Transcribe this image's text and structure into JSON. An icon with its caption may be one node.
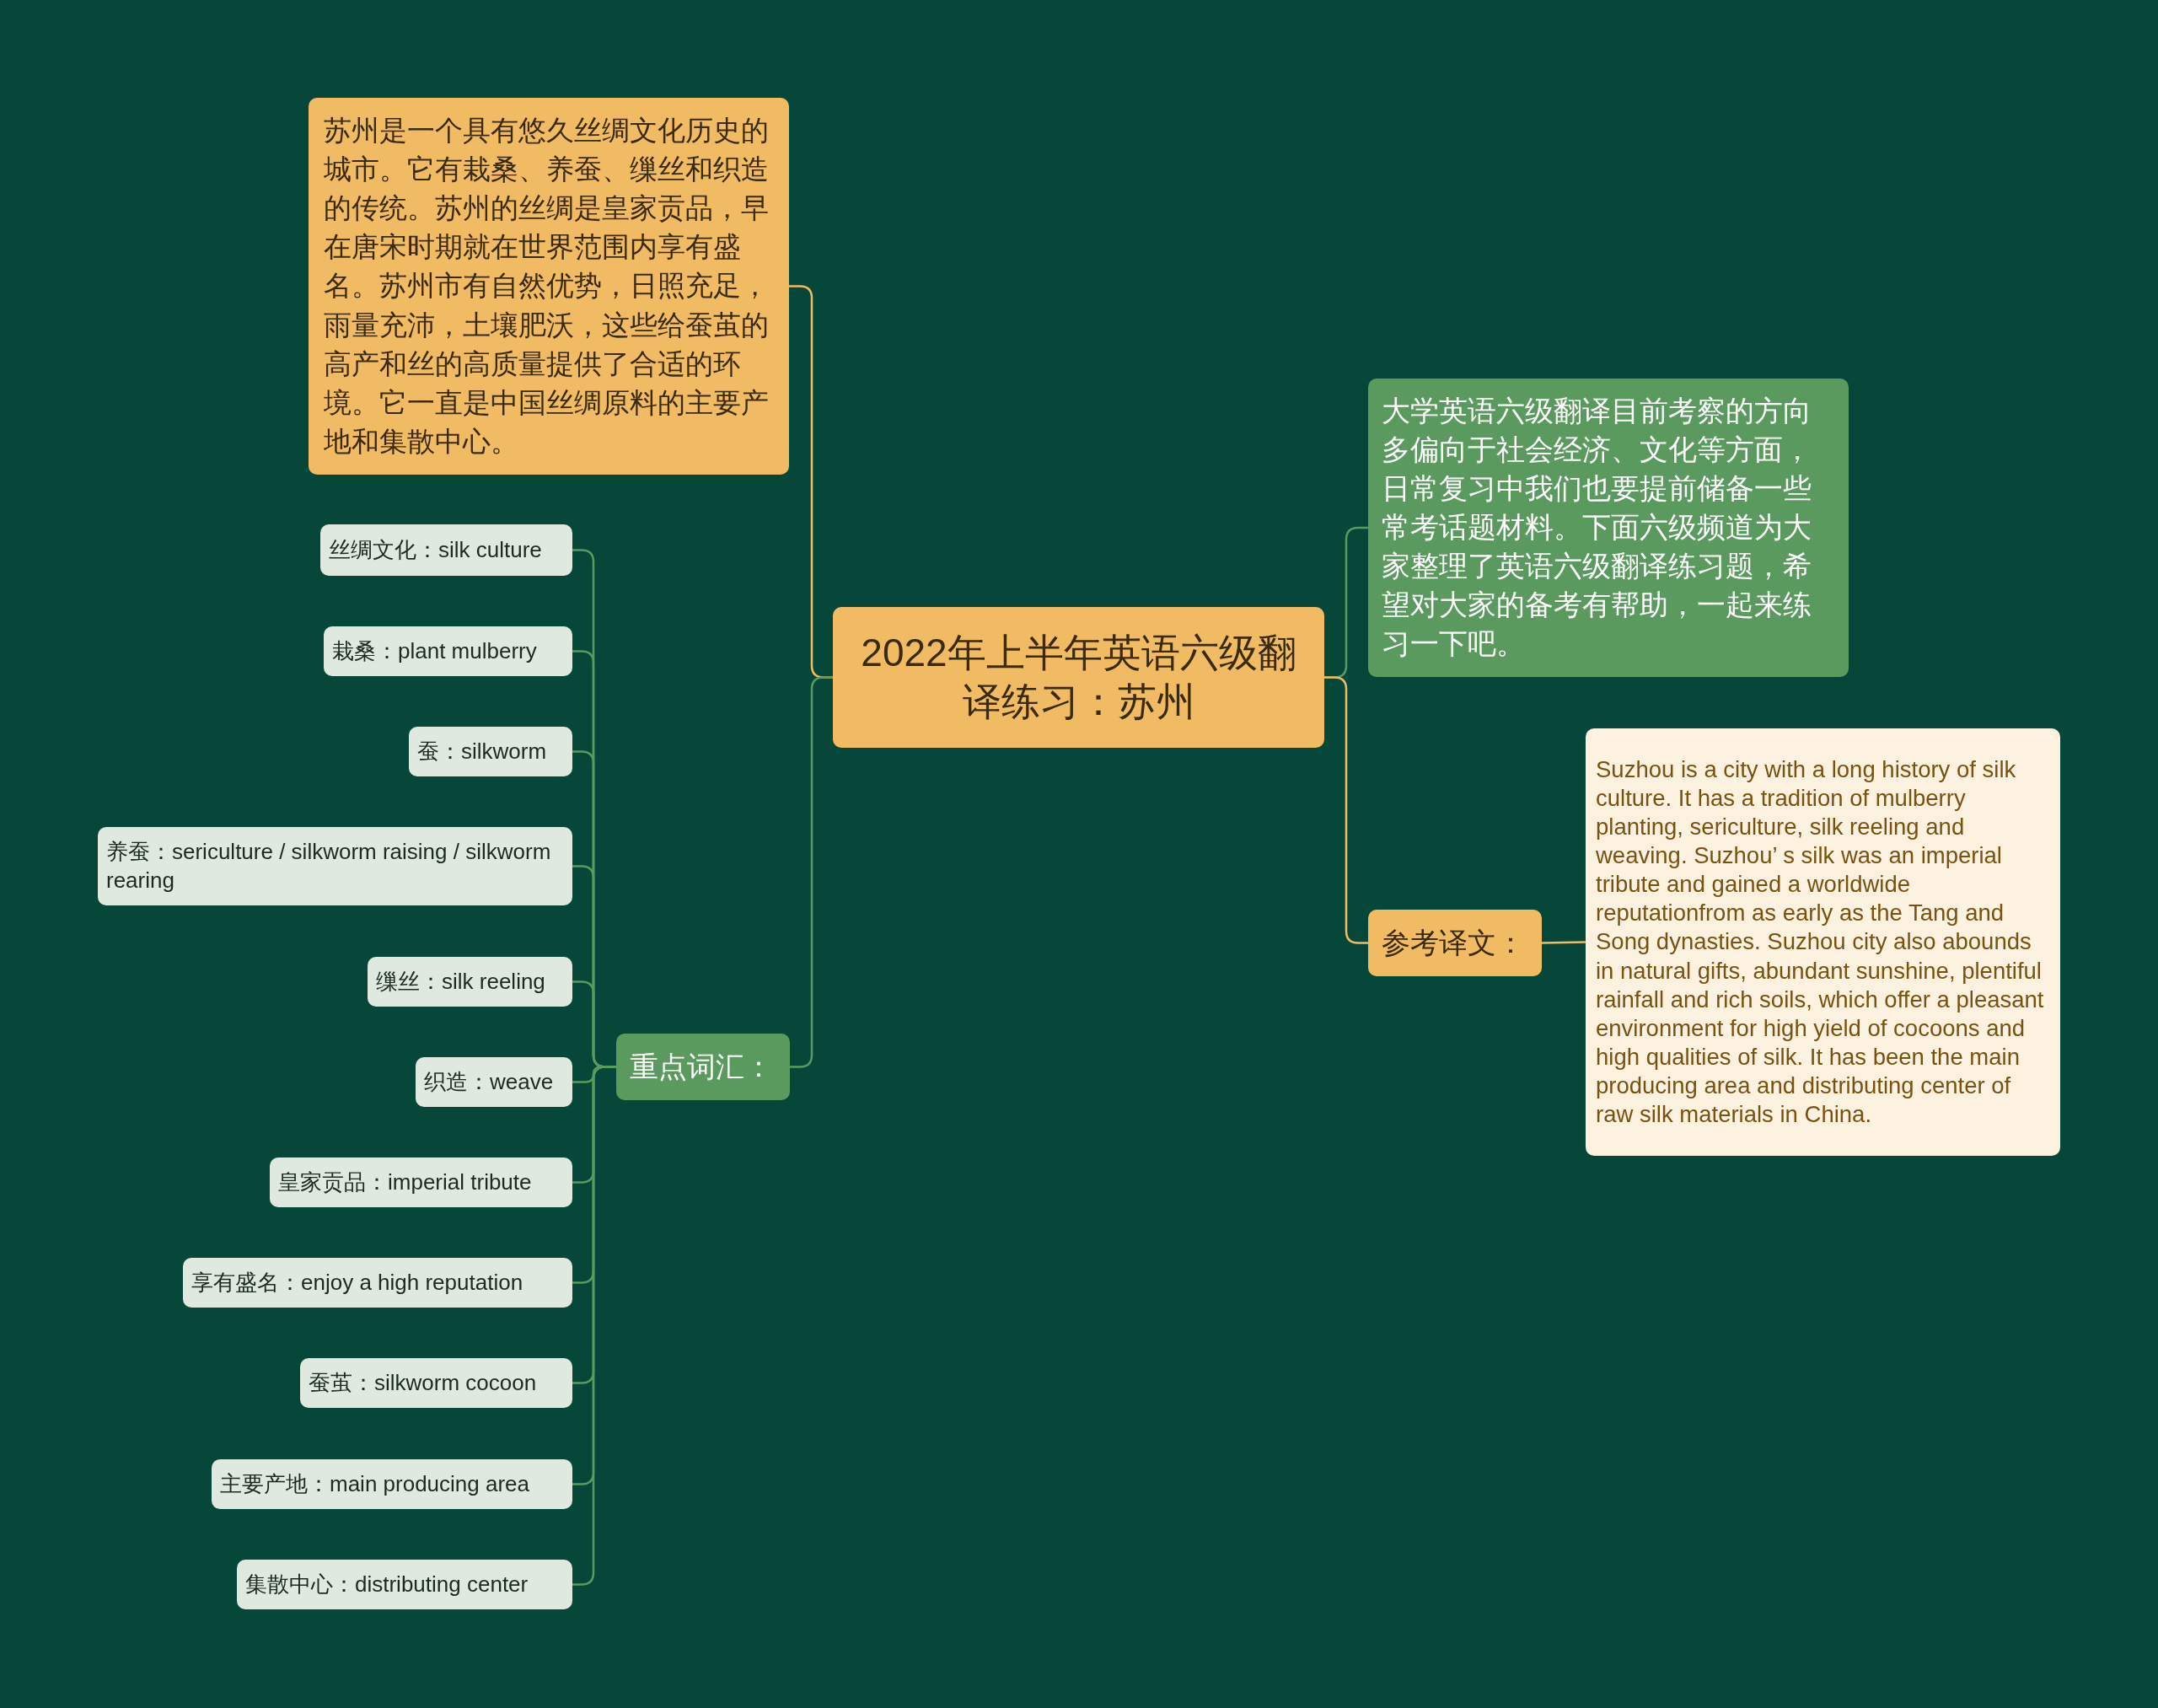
{
  "diagram": {
    "nodes": [
      {
        "text": [
          "2022年上半年英语六级翻译练习：苏州"
        ]
      },
      {
        "text": [
          "苏州是一个具有悠久丝绸文化历史的城市。它有栽桑、养蚕、缫丝和织造的传统。苏州的丝绸是皇家贡品，早在唐宋时期就在世界范围内享有盛名。苏州市有自然优势，日照充足，雨量充沛，土壤肥沃，这些给蚕茧的高产和丝的高质量提供了合适的环境。它一直是中国丝绸原料的主要产地和集散中心。"
        ]
      },
      {
        "text": [
          "重点词汇："
        ]
      },
      {
        "text": [
          "丝绸文化：silk culture"
        ]
      },
      {
        "text": [
          "栽桑：plant mulberry"
        ]
      },
      {
        "text": [
          "蚕：silkworm"
        ]
      },
      {
        "text": [
          "养蚕：sericulture / silkworm raising / silkworm rearing"
        ]
      },
      {
        "text": [
          "缫丝：silk reeling"
        ]
      },
      {
        "text": [
          "织造：weave"
        ]
      },
      {
        "text": [
          "皇家贡品：imperial tribute"
        ]
      },
      {
        "text": [
          "享有盛名：enjoy a high reputation"
        ]
      },
      {
        "text": [
          "蚕茧：silkworm cocoon"
        ]
      },
      {
        "text": [
          "主要产地：main producing area"
        ]
      },
      {
        "text": [
          "集散中心：distributing center"
        ]
      },
      {
        "text": [
          "大学英语六级翻译目前考察的方向多偏向于社会经济、文化等方面，日常复习中我们也要提前储备一些常考话题材料。下面六级频道为大家整理了英语六级翻译练习题，希望对大家的备考有帮助，一起来练习一下吧。"
        ]
      },
      {
        "text": [
          "参考译文："
        ]
      },
      {
        "text": [
          "Suzhou is a city with a long history of silk culture. It has a tradition of mulberry planting, sericulture, silk reeling and weaving. Suzhou’ s silk was an imperial tribute and gained a worldwide reputationfrom as early as the Tang and Song dynasties. Suzhou city also abounds in natural gifts, abundant sunshine, plentiful rainfall and rich soils, which offer a pleasant environment for high yield of cocoons and high qualities of silk. It has been the main producing area and distributing center of raw silk materials in China."
        ]
      }
    ],
    "edges": [
      {
        "from": 0,
        "to": 1,
        "arrow": "none",
        "color": "#f0bb63"
      },
      {
        "from": 0,
        "to": 2,
        "arrow": "none"
      },
      {
        "from": 2,
        "to": 3,
        "arrow": "none"
      },
      {
        "from": 2,
        "to": 4,
        "arrow": "none"
      },
      {
        "from": 2,
        "to": 5,
        "arrow": "none"
      },
      {
        "from": 2,
        "to": 6,
        "arrow": "none"
      },
      {
        "from": 2,
        "to": 7,
        "arrow": "none"
      },
      {
        "from": 2,
        "to": 8,
        "arrow": "none"
      },
      {
        "from": 2,
        "to": 9,
        "arrow": "none"
      },
      {
        "from": 2,
        "to": 10,
        "arrow": "none"
      },
      {
        "from": 2,
        "to": 11,
        "arrow": "none"
      },
      {
        "from": 2,
        "to": 12,
        "arrow": "none"
      },
      {
        "from": 2,
        "to": 13,
        "arrow": "none"
      },
      {
        "from": 0,
        "to": 14,
        "arrow": "none"
      },
      {
        "from": 0,
        "to": 15,
        "arrow": "none",
        "color": "#f0bb63"
      },
      {
        "from": 15,
        "to": 16,
        "arrow": "none",
        "color": "#f0bb63"
      }
    ]
  }
}
